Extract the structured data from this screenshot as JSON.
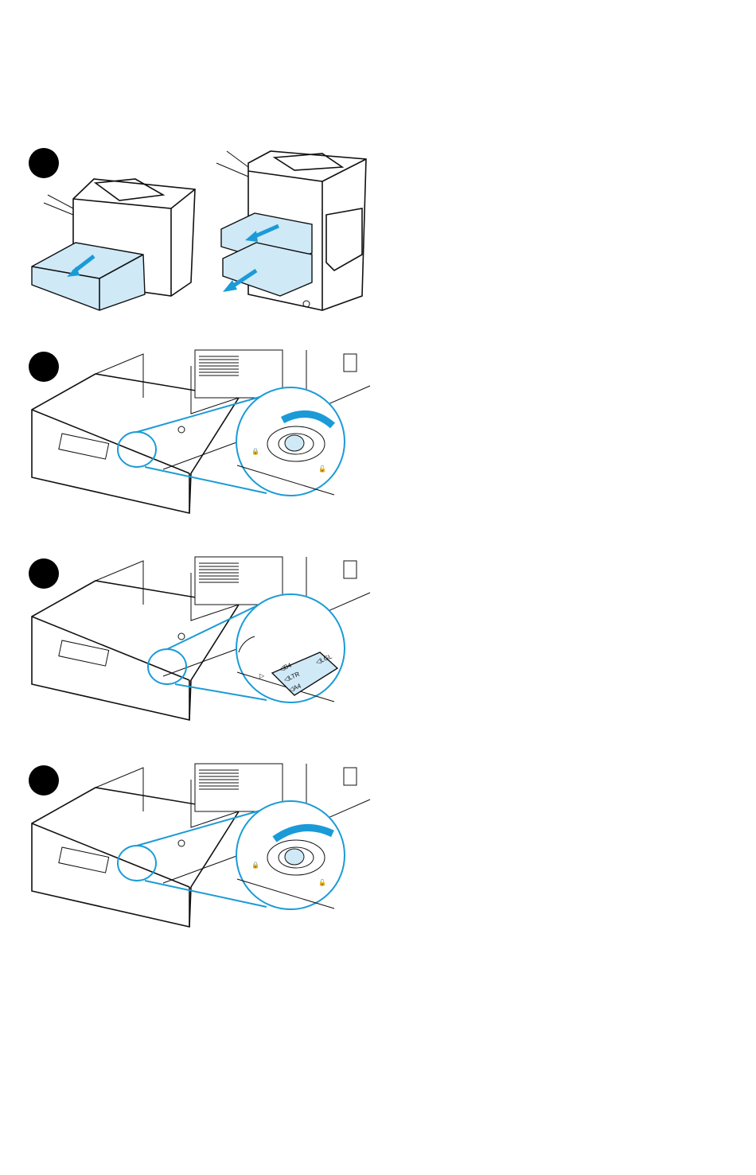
{
  "steps": [
    {
      "id": 1,
      "illustration": "pull-out-tray"
    },
    {
      "id": 2,
      "illustration": "unlock-tray-dial"
    },
    {
      "id": 3,
      "illustration": "set-paper-size"
    },
    {
      "id": 4,
      "illustration": "lock-tray-dial"
    }
  ],
  "size_labels": {
    "lgl": "LGL",
    "b4": "B4",
    "ltr": "LTR",
    "a4": "A4"
  },
  "colors": {
    "accent": "#1a9bd7",
    "tray_fill": "#cfe9f7",
    "badge": "#000000"
  }
}
